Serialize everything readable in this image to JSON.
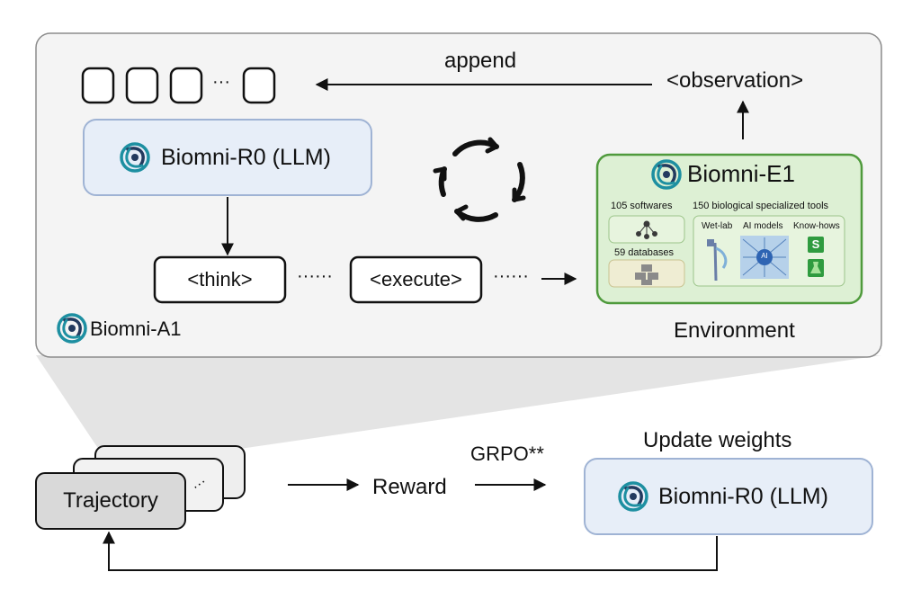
{
  "agent": {
    "name": "Biomni-A1",
    "llm_label": "Biomni-R0 (LLM)",
    "tokens": [
      "",
      "",
      "",
      "···",
      ""
    ],
    "append_label": "append",
    "observation_label": "<observation>",
    "think_label": "<think>",
    "execute_label": "<execute>",
    "dots": "······"
  },
  "environment": {
    "label": "Environment",
    "title": "Biomni-E1",
    "softwares_label": "105 softwares",
    "databases_label": "59 databases",
    "tools_label": "150 biological specialized tools",
    "wetlab_label": "Wet-lab",
    "ai_models_label": "AI models",
    "knowhows_label": "Know-hows",
    "knowhow_badge": "S",
    "ai_chip_label": "AI"
  },
  "training": {
    "trajectory_label": "Trajectory",
    "trajectory_dots": "···",
    "reward_label": "Reward",
    "grpo_label": "GRPO**",
    "update_label": "Update weights",
    "llm_label": "Biomni-R0 (LLM)"
  },
  "colors": {
    "panel_bg": "#f4f4f4",
    "panel_border": "#8c8c8c",
    "llm_fill": "#e7eef8",
    "llm_border": "#9fb3d4",
    "env_fill": "#ddf0d4",
    "env_border": "#4f9a3c",
    "logo_teal": "#1d8fa1",
    "logo_navy": "#233a5e",
    "shadow": "#e4e4e4",
    "trajectory_fill": "#d9d9d9"
  }
}
